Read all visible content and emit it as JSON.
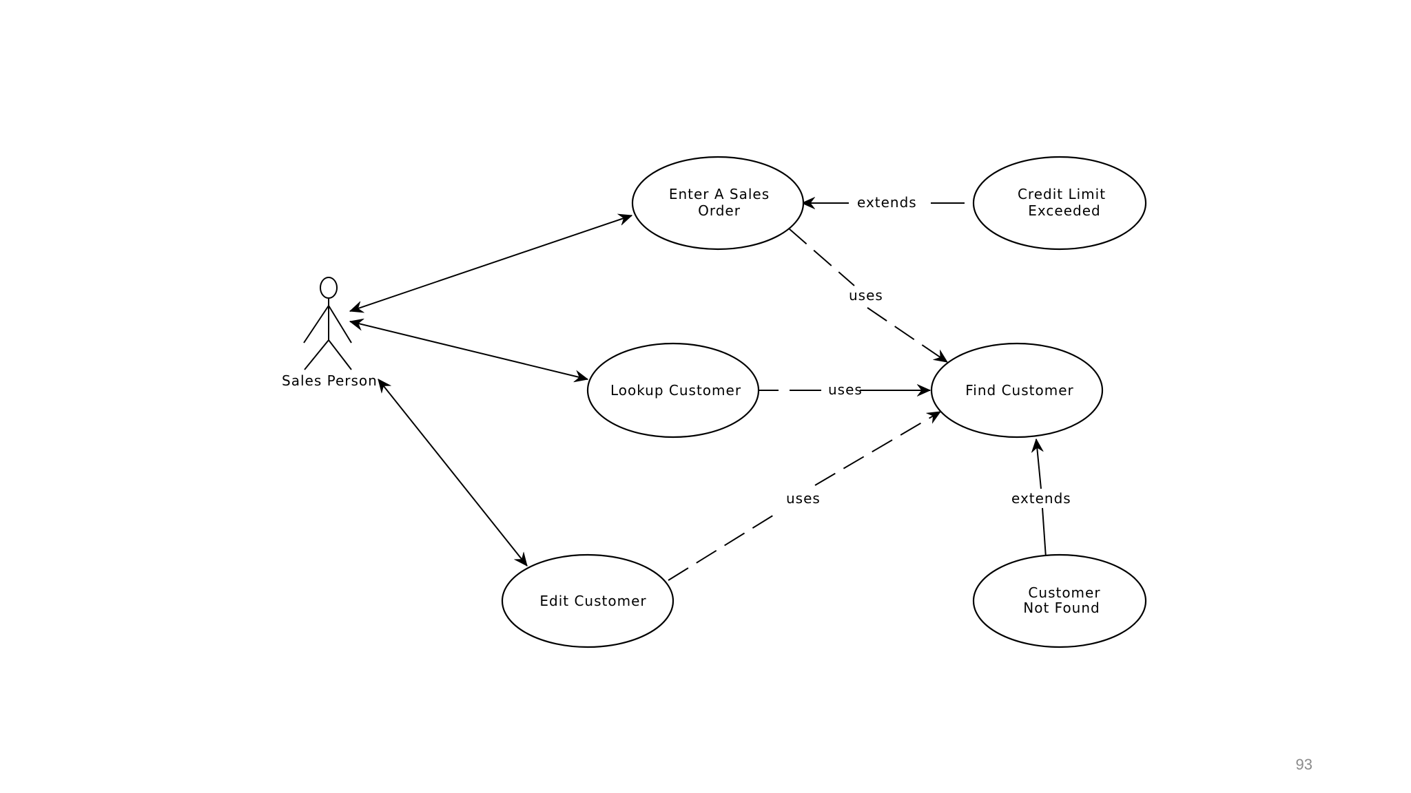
{
  "actor": {
    "label": "Sales Person"
  },
  "use_cases": {
    "enter_sales_order": {
      "line1": "Enter A Sales",
      "line2": "Order"
    },
    "credit_limit_exceeded": {
      "line1": "Credit Limit",
      "line2": "Exceeded"
    },
    "lookup_customer": {
      "line1": "Lookup Customer"
    },
    "find_customer": {
      "line1": "Find Customer"
    },
    "edit_customer": {
      "line1": "Edit Customer"
    },
    "customer_not_found": {
      "line1": "Customer",
      "line2": "Not Found"
    }
  },
  "relationships": {
    "credit_to_order": "extends",
    "order_to_find": "uses",
    "lookup_to_find": "uses",
    "edit_to_find": "uses",
    "notfound_to_find": "extends"
  },
  "slide": {
    "page_number": "93"
  }
}
